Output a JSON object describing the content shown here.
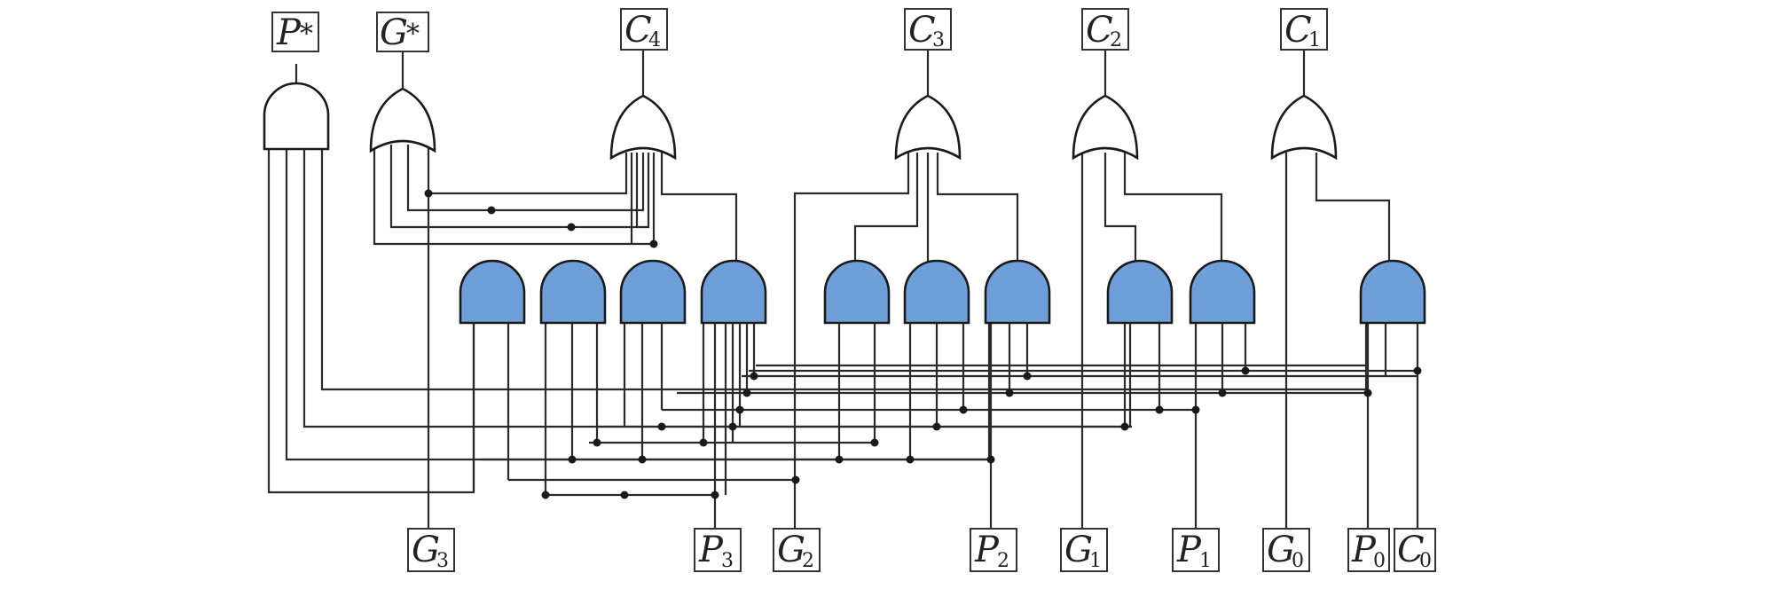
{
  "colors": {
    "and_gate_fill": "#6f9fd8"
  },
  "labels": {
    "p_star": {
      "main": "P",
      "sub": "*"
    },
    "g_star": {
      "main": "G",
      "sub": "*"
    },
    "c4": {
      "main": "C",
      "sub": "4"
    },
    "c3": {
      "main": "C",
      "sub": "3"
    },
    "c2": {
      "main": "C",
      "sub": "2"
    },
    "c1": {
      "main": "C",
      "sub": "1"
    },
    "g3": {
      "main": "G",
      "sub": "3"
    },
    "p3": {
      "main": "P",
      "sub": "3"
    },
    "g2": {
      "main": "G",
      "sub": "2"
    },
    "p2": {
      "main": "P",
      "sub": "2"
    },
    "g1": {
      "main": "G",
      "sub": "1"
    },
    "p1": {
      "main": "P",
      "sub": "1"
    },
    "g0": {
      "main": "G",
      "sub": "0"
    },
    "p0": {
      "main": "P",
      "sub": "0"
    },
    "c0": {
      "main": "C",
      "sub": "0"
    }
  }
}
